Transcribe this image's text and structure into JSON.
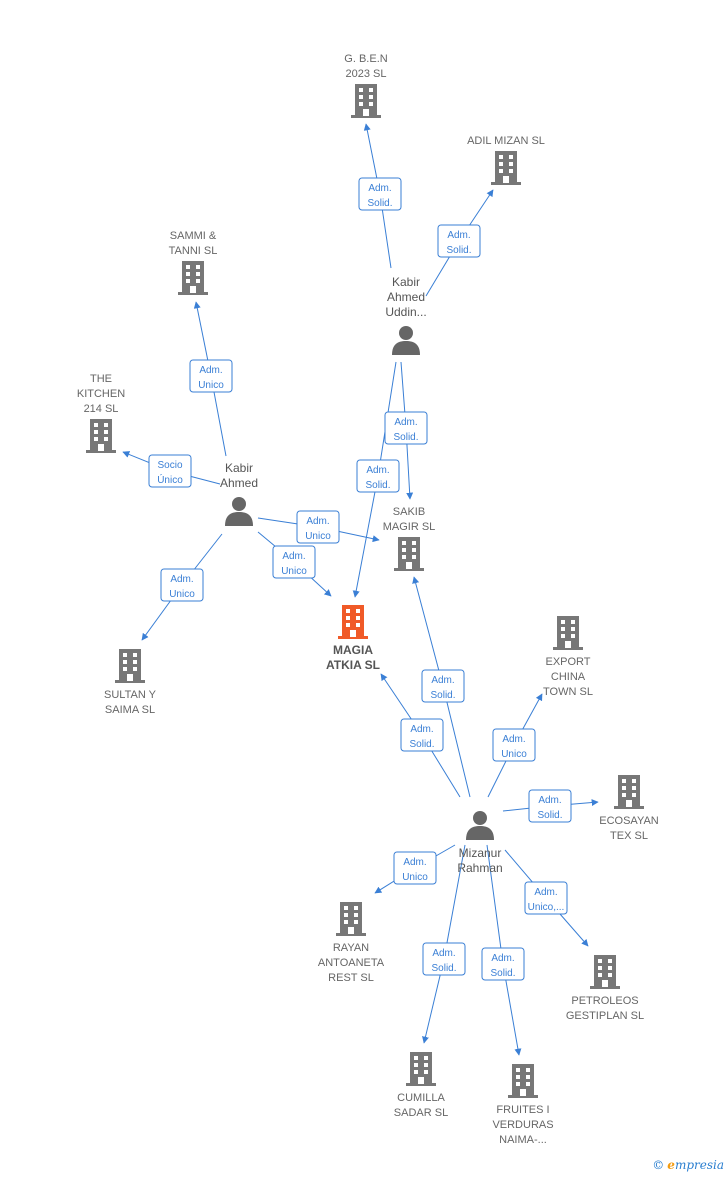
{
  "colors": {
    "edge": "#3a7fd5",
    "company": "#777777",
    "main_company": "#f05a28",
    "person": "#666666"
  },
  "nodes": [
    {
      "id": "gben",
      "type": "company",
      "lines": [
        "G. B.E.N",
        "2023  SL"
      ]
    },
    {
      "id": "adil",
      "type": "company",
      "lines": [
        "ADIL MIZAN  SL"
      ]
    },
    {
      "id": "sammi",
      "type": "company",
      "lines": [
        "SAMMI &",
        "TANNI SL"
      ]
    },
    {
      "id": "kitchen",
      "type": "company",
      "lines": [
        "THE",
        "KITCHEN",
        "214  SL"
      ]
    },
    {
      "id": "kabiruddin",
      "type": "person",
      "lines": [
        "Kabir",
        "Ahmed",
        "Uddin..."
      ]
    },
    {
      "id": "kabir",
      "type": "person",
      "lines": [
        "Kabir",
        "Ahmed"
      ]
    },
    {
      "id": "sakib",
      "type": "company",
      "lines": [
        "SAKIB",
        "MAGIR  SL"
      ]
    },
    {
      "id": "magia",
      "type": "main",
      "lines": [
        "MAGIA",
        "ATKIA  SL"
      ]
    },
    {
      "id": "sultan",
      "type": "company",
      "lines": [
        "SULTAN Y",
        "SAIMA  SL"
      ]
    },
    {
      "id": "export",
      "type": "company",
      "lines": [
        "EXPORT",
        "CHINA",
        "TOWN  SL"
      ]
    },
    {
      "id": "ecosayan",
      "type": "company",
      "lines": [
        "ECOSAYAN",
        "TEX  SL"
      ]
    },
    {
      "id": "mizanur",
      "type": "person",
      "lines": [
        "Mizanur",
        "Rahman"
      ]
    },
    {
      "id": "rayan",
      "type": "company",
      "lines": [
        "RAYAN",
        "ANTOANETA",
        "REST  SL"
      ]
    },
    {
      "id": "petroleos",
      "type": "company",
      "lines": [
        "PETROLEOS",
        "GESTIPLAN  SL"
      ]
    },
    {
      "id": "cumilla",
      "type": "company",
      "lines": [
        "CUMILLA",
        "SADAR  SL"
      ]
    },
    {
      "id": "fruites",
      "type": "company",
      "lines": [
        "FRUITES I",
        "VERDURAS",
        "NAIMA-..."
      ]
    }
  ],
  "relations": [
    {
      "from": "kabiruddin",
      "to": "gben",
      "label": [
        "Adm.",
        "Solid."
      ]
    },
    {
      "from": "kabiruddin",
      "to": "adil",
      "label": [
        "Adm.",
        "Solid."
      ]
    },
    {
      "from": "kabiruddin",
      "to": "sakib",
      "label": [
        "Adm.",
        "Solid."
      ]
    },
    {
      "from": "kabiruddin",
      "to": "magia",
      "label": [
        "Adm.",
        "Solid."
      ]
    },
    {
      "from": "kabir",
      "to": "sammi",
      "label": [
        "Adm.",
        "Unico"
      ]
    },
    {
      "from": "kabir",
      "to": "kitchen",
      "label": [
        "Socio",
        "Único"
      ]
    },
    {
      "from": "kabir",
      "to": "sakib",
      "label": [
        "Adm.",
        "Unico"
      ]
    },
    {
      "from": "kabir",
      "to": "magia",
      "label": [
        "Adm.",
        "Unico"
      ]
    },
    {
      "from": "kabir",
      "to": "sultan",
      "label": [
        "Adm.",
        "Unico"
      ]
    },
    {
      "from": "mizanur",
      "to": "sakib",
      "label": [
        "Adm.",
        "Solid."
      ]
    },
    {
      "from": "mizanur",
      "to": "magia",
      "label": [
        "Adm.",
        "Solid."
      ]
    },
    {
      "from": "mizanur",
      "to": "export",
      "label": [
        "Adm.",
        "Unico"
      ]
    },
    {
      "from": "mizanur",
      "to": "ecosayan",
      "label": [
        "Adm.",
        "Solid."
      ]
    },
    {
      "from": "mizanur",
      "to": "rayan",
      "label": [
        "Adm.",
        "Unico"
      ]
    },
    {
      "from": "mizanur",
      "to": "petroleos",
      "label": [
        "Adm.",
        "Unico,..."
      ]
    },
    {
      "from": "mizanur",
      "to": "cumilla",
      "label": [
        "Adm.",
        "Solid."
      ]
    },
    {
      "from": "mizanur",
      "to": "fruites",
      "label": [
        "Adm.",
        "Solid."
      ]
    }
  ],
  "footer": {
    "copyright": "©",
    "brand_first": "e",
    "brand_rest": "mpresia"
  }
}
